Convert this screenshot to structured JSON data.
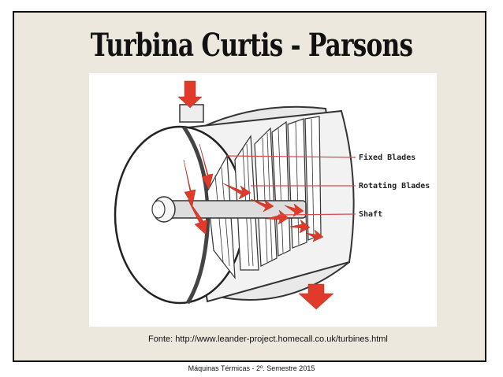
{
  "slide": {
    "title": "Turbina Curtis - Parsons",
    "source": "Fonte: http://www.leander-project.homecall.co.uk/turbines.html",
    "footer": "Máquinas Térmicas - 2º. Semestre 2015"
  },
  "diagram": {
    "callouts": {
      "fixed_blades": "Fixed Blades",
      "rotating_blades": "Rotating Blades",
      "shaft": "Shaft"
    },
    "colors": {
      "steam_arrow": "#e03a2a",
      "callout_line": "#d94a4a",
      "outline": "#333333"
    }
  }
}
